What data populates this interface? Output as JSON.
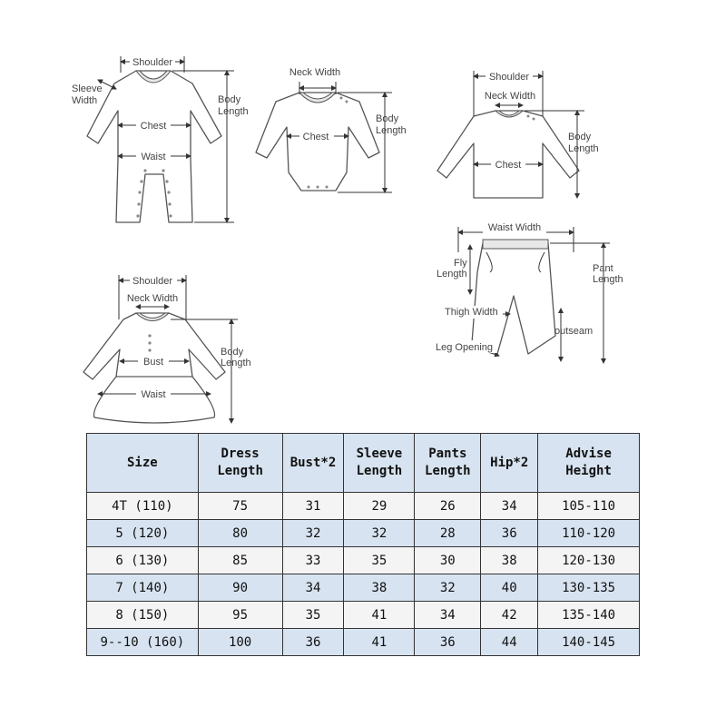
{
  "diagram_labels": {
    "romper": {
      "shoulder": "Shoulder",
      "sleeve_width_1": "Sleeve",
      "sleeve_width_2": "Width",
      "chest": "Chest",
      "waist": "Waist",
      "body_length_1": "Body",
      "body_length_2": "Length"
    },
    "bodysuit": {
      "neck_width": "Neck Width",
      "chest": "Chest",
      "body_length_1": "Body",
      "body_length_2": "Length"
    },
    "top": {
      "shoulder": "Shoulder",
      "neck_width": "Neck Width",
      "chest": "Chest",
      "body_length_1": "Body",
      "body_length_2": "Length"
    },
    "pants": {
      "waist_width": "Waist Width",
      "fly_length_1": "Fly",
      "fly_length_2": "Length",
      "pant_length_1": "Pant",
      "pant_length_2": "Length",
      "thigh_width": "Thigh Width",
      "outseam": "outseam",
      "leg_opening": "Leg Opening"
    },
    "dress": {
      "shoulder": "Shoulder",
      "neck_width": "Neck Width",
      "bust": "Bust",
      "waist": "Waist",
      "body_length_1": "Body",
      "body_length_2": "Length"
    }
  },
  "size_table": {
    "headers": [
      [
        "Size"
      ],
      [
        "Dress",
        "Length"
      ],
      [
        "Bust*2"
      ],
      [
        "Sleeve",
        "Length"
      ],
      [
        "Pants",
        "Length"
      ],
      [
        "Hip*2"
      ],
      [
        "Advise",
        "Height"
      ]
    ],
    "rows": [
      [
        "4T (110)",
        "75",
        "31",
        "29",
        "26",
        "34",
        "105-110"
      ],
      [
        "5 (120)",
        "80",
        "32",
        "32",
        "28",
        "36",
        "110-120"
      ],
      [
        "6 (130)",
        "85",
        "33",
        "35",
        "30",
        "38",
        "120-130"
      ],
      [
        "7 (140)",
        "90",
        "34",
        "38",
        "32",
        "40",
        "130-135"
      ],
      [
        "8 (150)",
        "95",
        "35",
        "41",
        "34",
        "42",
        "135-140"
      ],
      [
        "9--10 (160)",
        "100",
        "36",
        "41",
        "36",
        "44",
        "140-145"
      ]
    ]
  }
}
